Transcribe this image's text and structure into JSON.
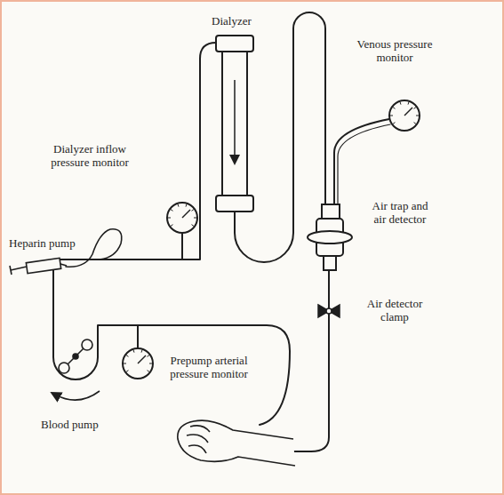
{
  "diagram": {
    "labels": [
      "Dialyzer",
      "Venous pressure monitor",
      "Dialyzer inflow pressure monitor",
      "Air trap and air detector",
      "Heparin pump",
      "Air detector clamp",
      "Prepump arterial pressure monitor",
      "Blood pump"
    ]
  }
}
